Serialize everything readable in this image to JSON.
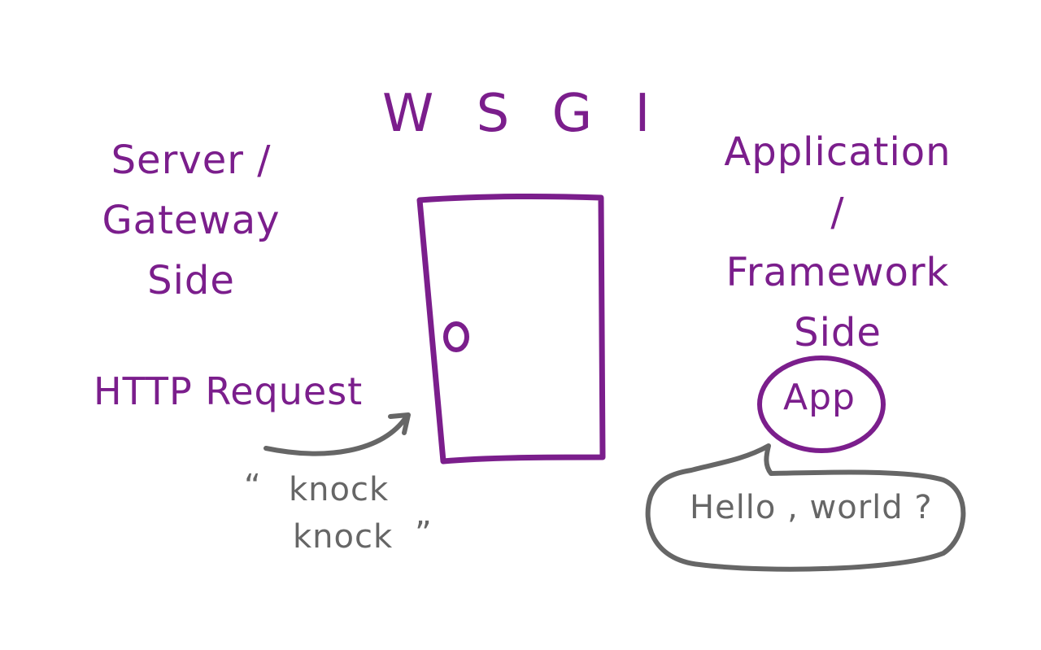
{
  "title": "W S G I",
  "server_side": {
    "lines": [
      "Server /",
      "Gateway",
      "Side"
    ]
  },
  "app_side": {
    "lines": [
      "Application /",
      "Framework",
      "Side"
    ]
  },
  "request": {
    "label": "HTTP Request",
    "quote_open": "“",
    "knock_line1": "knock",
    "knock_line2": "knock",
    "quote_close": "”"
  },
  "app_bubble": {
    "label": "App",
    "speech": "Hello , world ?"
  },
  "colors": {
    "purple": "#7b1e8c",
    "gray": "#666666",
    "background": "#ffffff"
  },
  "icons": {
    "door": "door-icon",
    "doorknob": "doorknob-icon",
    "arrow": "curved-arrow-icon",
    "speech_bubble": "speech-bubble-icon"
  }
}
